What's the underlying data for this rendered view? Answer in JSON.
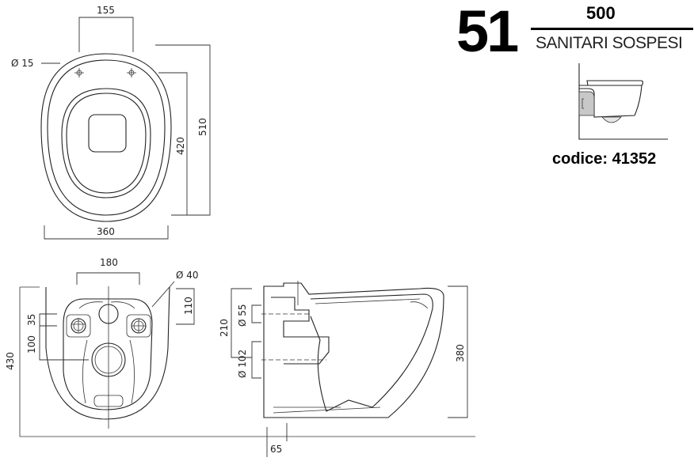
{
  "header": {
    "number": "51",
    "series": "500",
    "category": "SANITARI SOSPESI",
    "code": "codice: 41352"
  },
  "top_view": {
    "width_holes": "155",
    "hole_diameter": "Ø 15",
    "depth_inner": "420",
    "depth_total": "510",
    "width_total": "360"
  },
  "rear_view": {
    "fixing_width": "180",
    "fixing_diameter": "Ø 40",
    "fixing_height": "110",
    "offset_35": "35",
    "offset_100": "100",
    "height_total": "430"
  },
  "side_view": {
    "inlet_height": "210",
    "inlet_diameter": "Ø 55",
    "outlet_diameter": "Ø 102",
    "bowl_height": "380",
    "outlet_offset": "65"
  }
}
